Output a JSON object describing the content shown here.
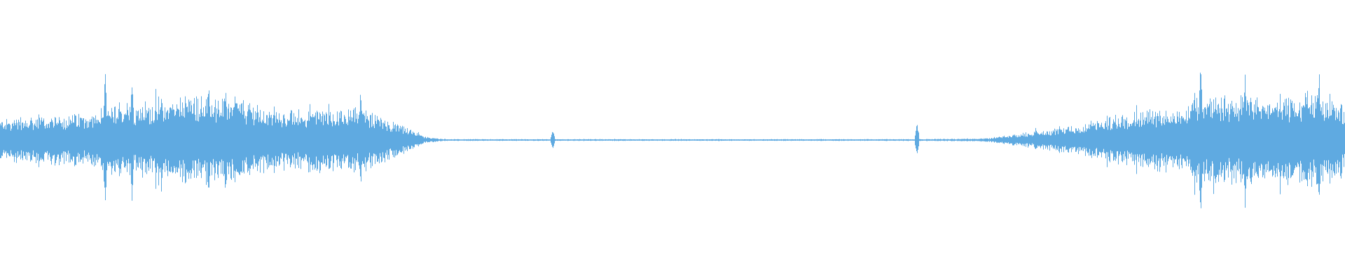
{
  "waveform": {
    "color": "#5faae1",
    "background": "#ffffff",
    "amplitude_envelope": [
      {
        "t": 0.0,
        "amp": 0.12
      },
      {
        "t": 0.04,
        "amp": 0.14
      },
      {
        "t": 0.075,
        "amp": 0.16
      },
      {
        "t": 0.085,
        "amp": 0.22
      },
      {
        "t": 0.11,
        "amp": 0.22
      },
      {
        "t": 0.14,
        "amp": 0.26
      },
      {
        "t": 0.17,
        "amp": 0.26
      },
      {
        "t": 0.2,
        "amp": 0.18
      },
      {
        "t": 0.22,
        "amp": 0.16
      },
      {
        "t": 0.24,
        "amp": 0.2
      },
      {
        "t": 0.27,
        "amp": 0.18
      },
      {
        "t": 0.29,
        "amp": 0.12
      },
      {
        "t": 0.305,
        "amp": 0.06
      },
      {
        "t": 0.315,
        "amp": 0.02
      },
      {
        "t": 0.33,
        "amp": 0.005
      },
      {
        "t": 0.68,
        "amp": 0.005
      },
      {
        "t": 0.735,
        "amp": 0.01
      },
      {
        "t": 0.76,
        "amp": 0.04
      },
      {
        "t": 0.8,
        "amp": 0.08
      },
      {
        "t": 0.84,
        "amp": 0.16
      },
      {
        "t": 0.88,
        "amp": 0.2
      },
      {
        "t": 0.895,
        "amp": 0.28
      },
      {
        "t": 0.92,
        "amp": 0.26
      },
      {
        "t": 0.95,
        "amp": 0.24
      },
      {
        "t": 0.975,
        "amp": 0.28
      },
      {
        "t": 1.0,
        "amp": 0.2
      }
    ],
    "transients": [
      {
        "t": 0.078,
        "amp": 0.45
      },
      {
        "t": 0.098,
        "amp": 0.4
      },
      {
        "t": 0.155,
        "amp": 0.38
      },
      {
        "t": 0.268,
        "amp": 0.33
      },
      {
        "t": 0.411,
        "amp": 0.06
      },
      {
        "t": 0.682,
        "amp": 0.11
      },
      {
        "t": 0.893,
        "amp": 0.55
      },
      {
        "t": 0.926,
        "amp": 0.48
      },
      {
        "t": 0.981,
        "amp": 0.47
      }
    ]
  }
}
